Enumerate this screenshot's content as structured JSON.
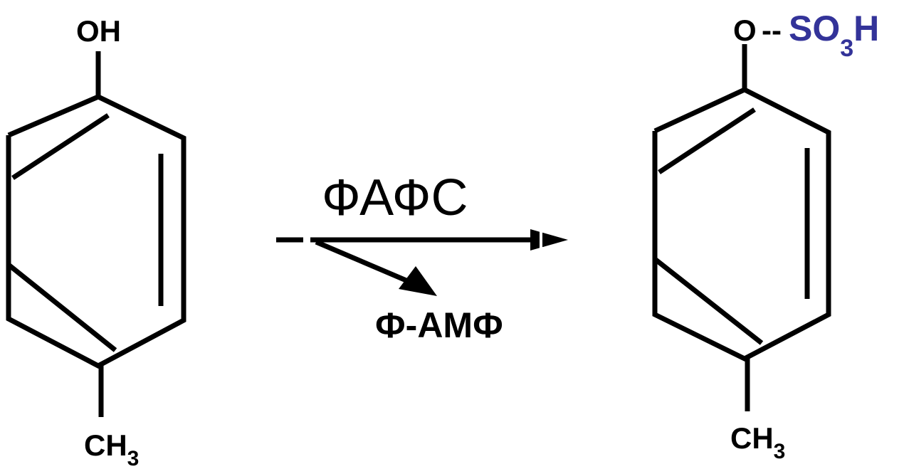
{
  "reactant": {
    "top_group": "OH",
    "bottom_group_main": "CH",
    "bottom_group_sub": "3"
  },
  "reaction": {
    "reagent": "ФАФС",
    "byproduct": "Ф-АМФ"
  },
  "product": {
    "top_atom": "O",
    "linker": "--",
    "sulfo_main": "SO",
    "sulfo_sub": "3",
    "sulfo_tail": "H",
    "bottom_group_main": "CH",
    "bottom_group_sub": "3"
  },
  "colors": {
    "bonds": "#000000",
    "sulfo_group": "#333399"
  }
}
